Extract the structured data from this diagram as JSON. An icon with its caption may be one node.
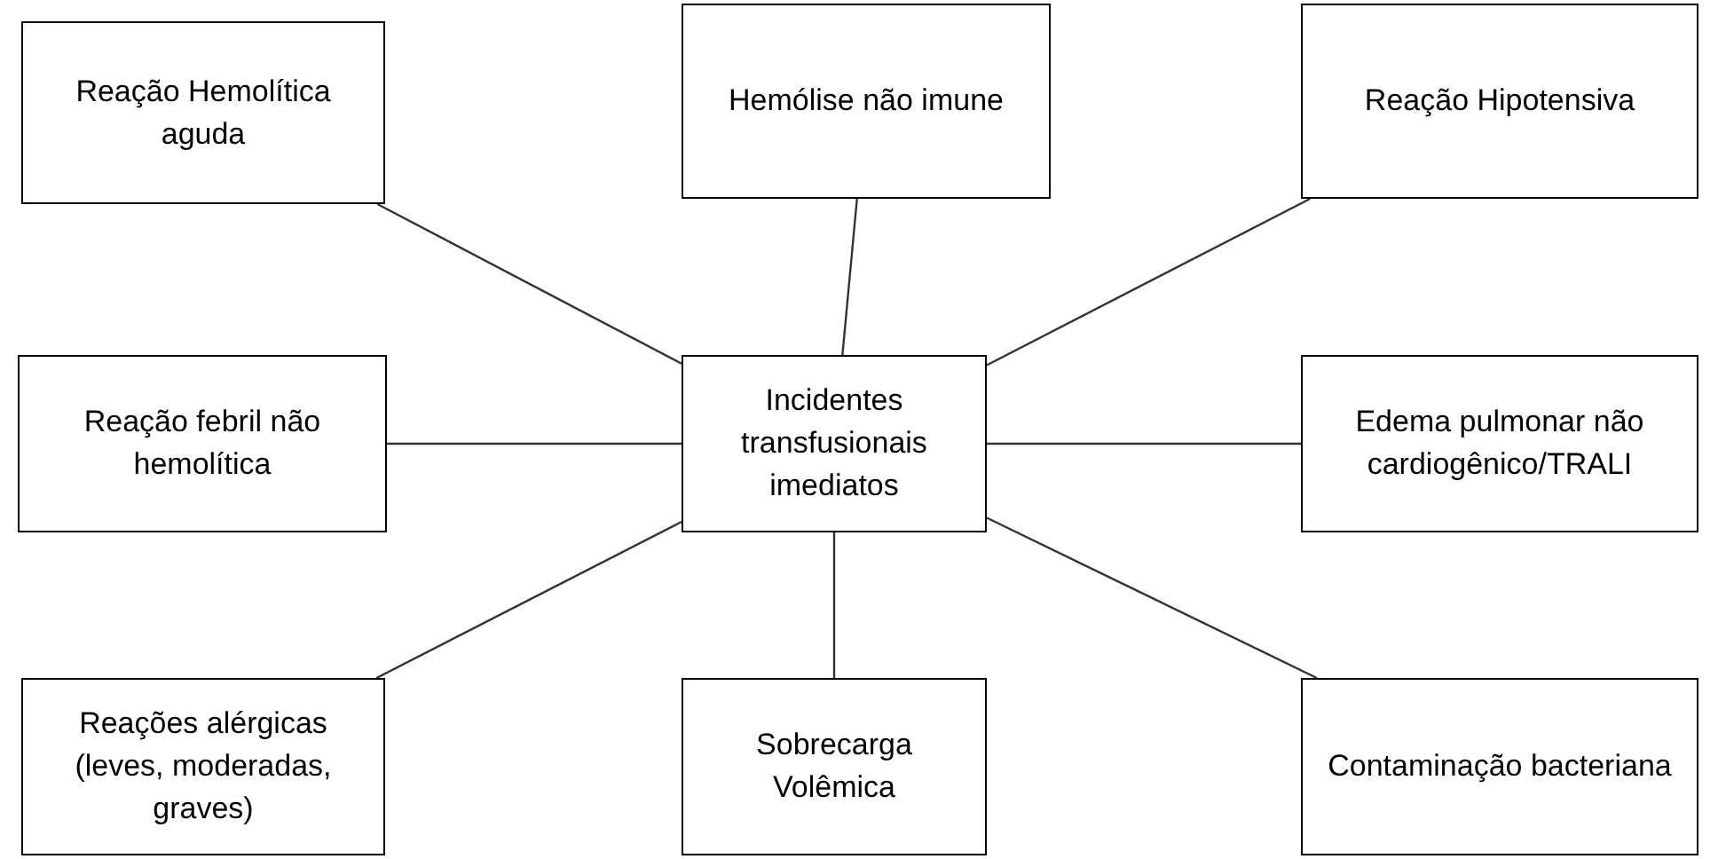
{
  "diagram": {
    "nodes": [
      {
        "text": [
          "Reação Hemolítica aguda"
        ]
      },
      {
        "text": [
          "Hemólise não imune"
        ]
      },
      {
        "text": [
          "Reação Hipotensiva"
        ]
      },
      {
        "text": [
          "Reação febril não hemolítica"
        ]
      },
      {
        "text": [
          "Incidentes transfusionais imediatos"
        ]
      },
      {
        "text": [
          "Edema pulmonar não cardiogênico/TRALI"
        ]
      },
      {
        "text": [
          "Reações alérgicas (leves, moderadas, graves)"
        ]
      },
      {
        "text": [
          "Sobrecarga Volêmica"
        ]
      },
      {
        "text": [
          "Contaminação bacteriana"
        ]
      }
    ],
    "edges": [
      {
        "from": 4,
        "to": 0,
        "arrow": "none"
      },
      {
        "from": 4,
        "to": 1,
        "arrow": "none"
      },
      {
        "from": 4,
        "to": 2,
        "arrow": "none"
      },
      {
        "from": 4,
        "to": 3,
        "arrow": "none"
      },
      {
        "from": 4,
        "to": 5,
        "arrow": "none"
      },
      {
        "from": 4,
        "to": 6,
        "arrow": "none"
      },
      {
        "from": 4,
        "to": 7,
        "arrow": "none"
      },
      {
        "from": 4,
        "to": 8,
        "arrow": "none"
      }
    ]
  }
}
